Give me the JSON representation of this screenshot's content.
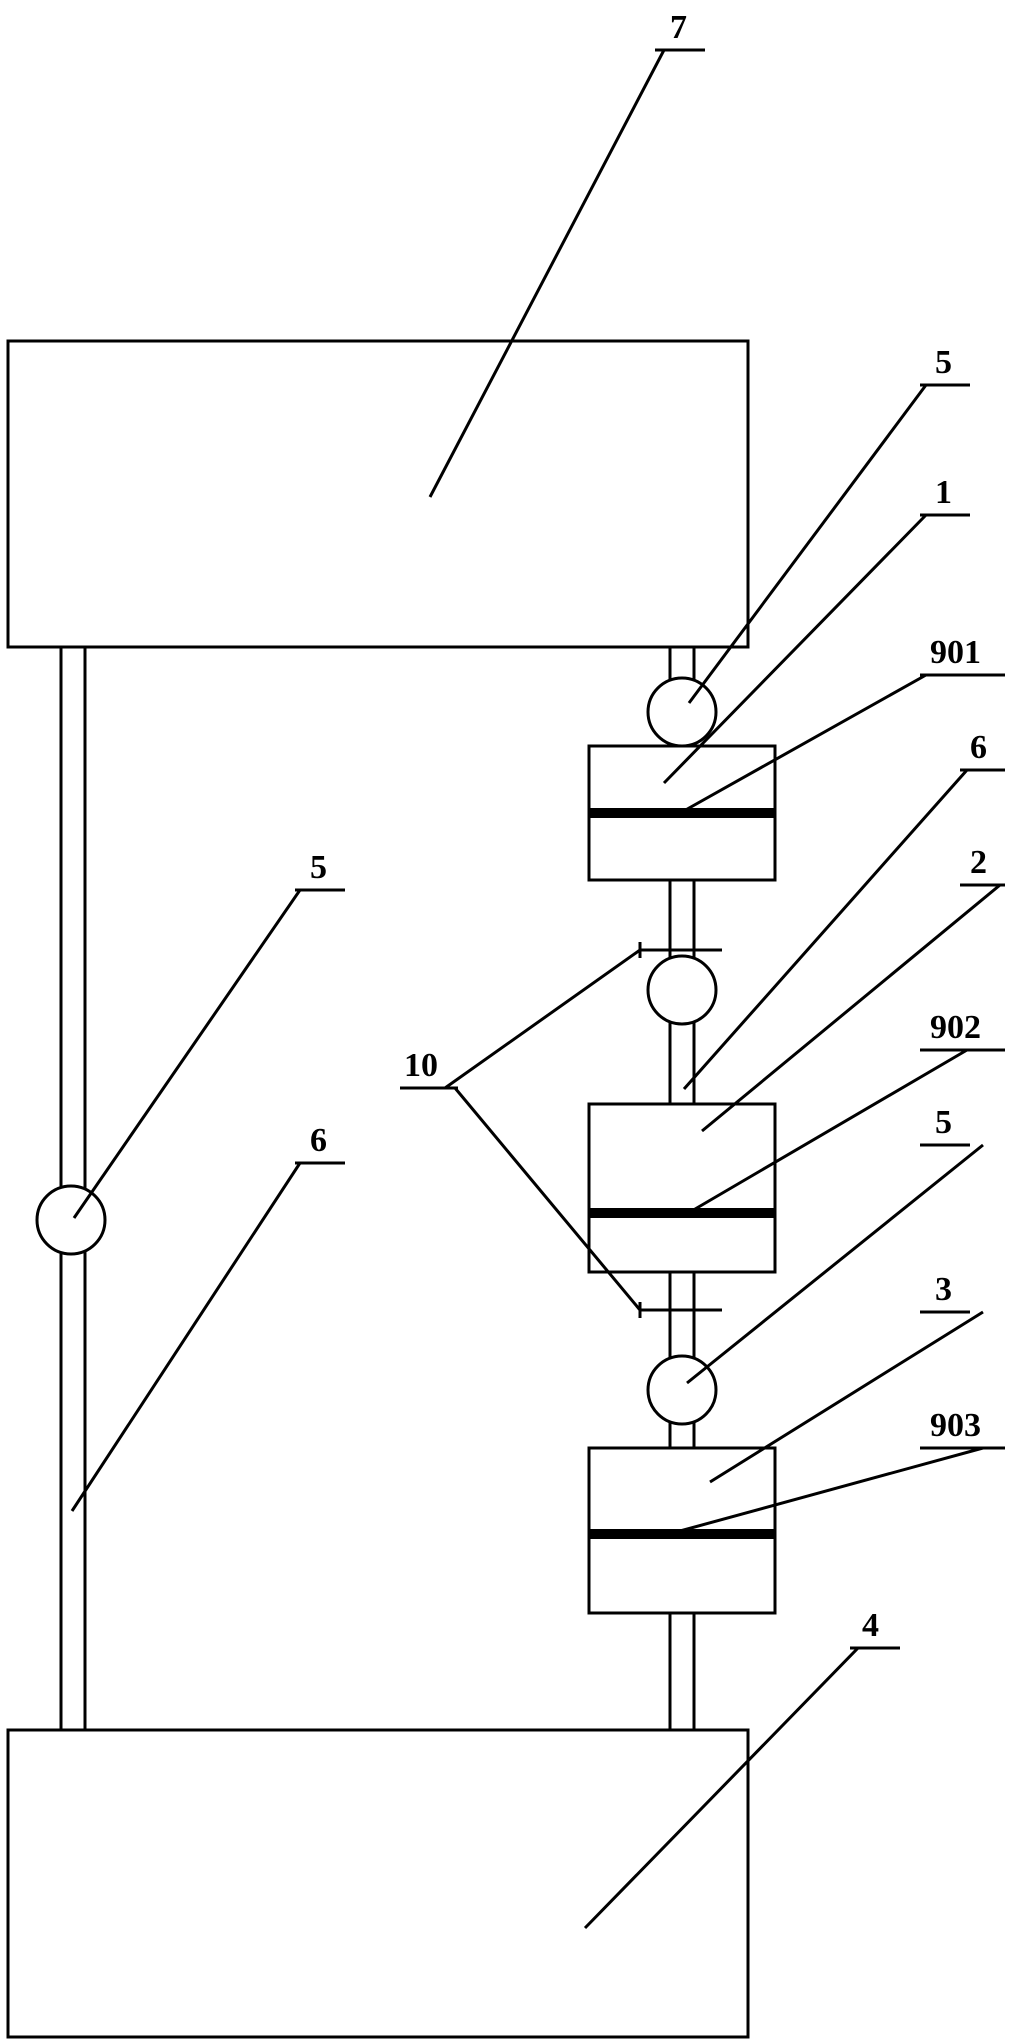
{
  "labels": {
    "tank_top": "7",
    "tank_bottom": "4",
    "valve_left": "5",
    "pipe_left": "6",
    "valve_top_right": "5",
    "cell_1": "1",
    "membrane_901": "901",
    "pipe_right": "6",
    "cell_2": "2",
    "membrane_902": "902",
    "valve_mid_right": "5",
    "cell_3": "3",
    "membrane_903": "903",
    "flanges": "10"
  },
  "colors": {
    "stroke": "#000000",
    "background": "#ffffff"
  }
}
